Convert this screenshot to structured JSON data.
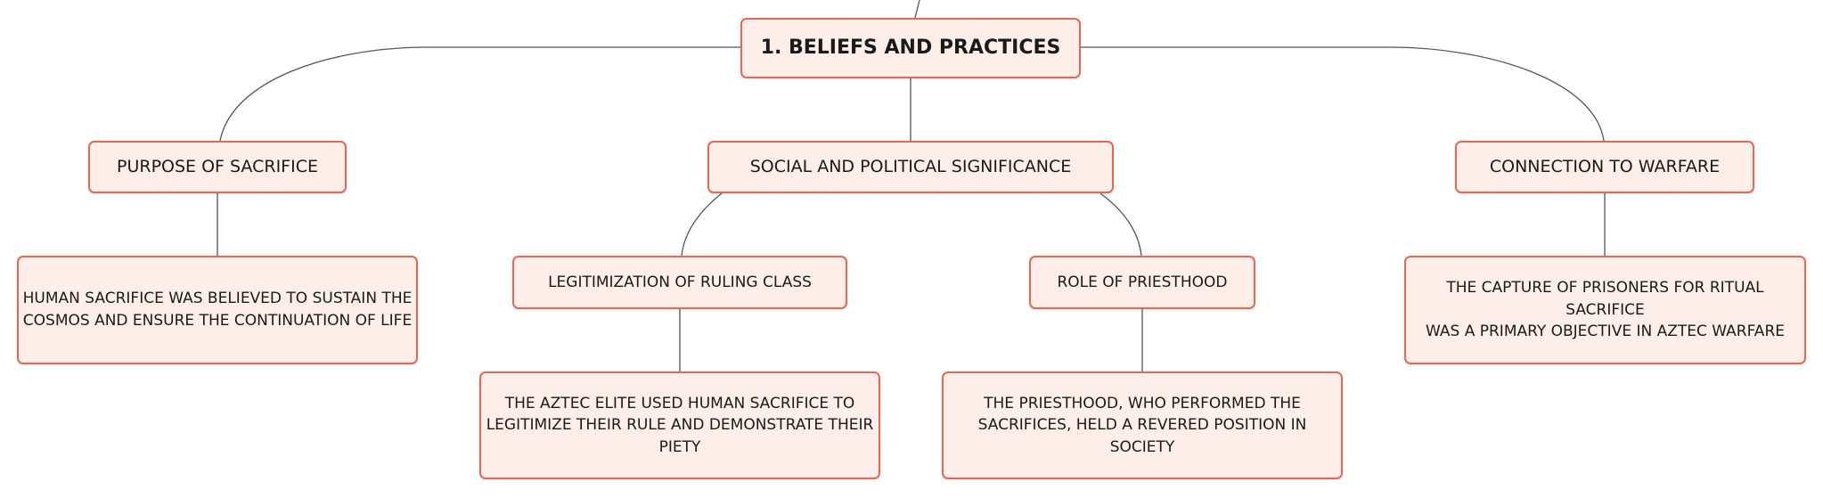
{
  "colors": {
    "border": "#e06a55",
    "fill": "#fdeeea",
    "line": "#555555",
    "text": "#1a1a1a"
  },
  "root": {
    "label": "1. BELIEFS AND PRACTICES"
  },
  "branches": [
    {
      "label": "PURPOSE OF SACRIFICE",
      "leaf": "HUMAN SACRIFICE WAS BELIEVED TO SUSTAIN THE\nCOSMOS AND ENSURE THE CONTINUATION OF LIFE"
    },
    {
      "label": "SOCIAL AND POLITICAL SIGNIFICANCE",
      "children": [
        {
          "label": "LEGITIMIZATION OF RULING CLASS",
          "leaf": "THE AZTEC ELITE USED HUMAN SACRIFICE TO\nLEGITIMIZE THEIR RULE AND DEMONSTRATE THEIR\nPIETY"
        },
        {
          "label": "ROLE OF PRIESTHOOD",
          "leaf": "THE PRIESTHOOD, WHO PERFORMED THE\nSACRIFICES, HELD A REVERED POSITION IN SOCIETY"
        }
      ]
    },
    {
      "label": "CONNECTION TO WARFARE",
      "leaf": "THE CAPTURE OF PRISONERS FOR RITUAL SACRIFICE\nWAS A PRIMARY OBJECTIVE IN AZTEC WARFARE"
    }
  ]
}
